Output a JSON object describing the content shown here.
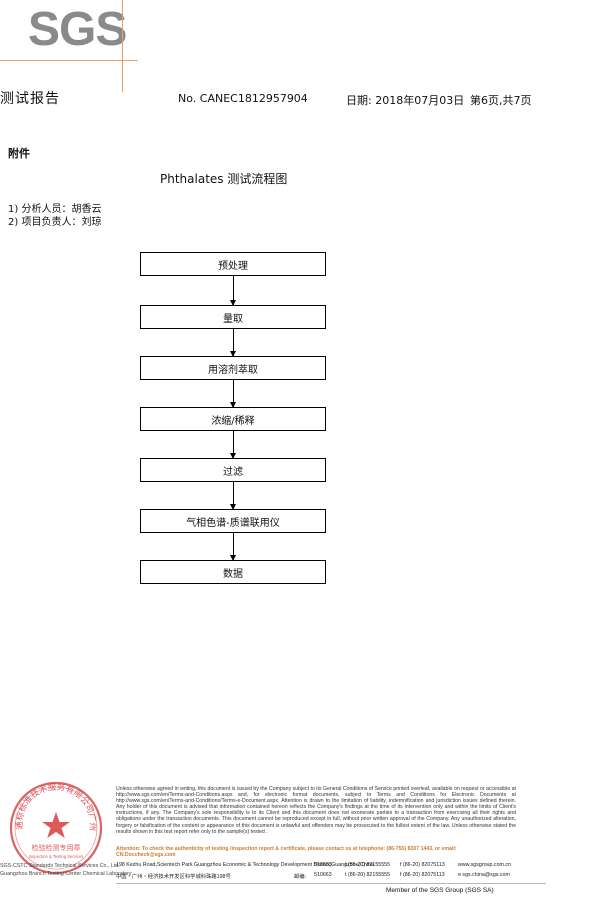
{
  "header": {
    "logo": "SGS",
    "title": "测试报告",
    "report_no": "No. CANEC1812957904",
    "date": "日期: 2018年07月03日",
    "page": "第6页,共7页"
  },
  "appendix_label": "附件",
  "flow_title": "Phthalates 测试流程图",
  "personnel": [
    "1)  分析人员：胡香云",
    "2)  项目负责人：刘琼"
  ],
  "flow_steps": [
    "预处理",
    "量取",
    "用溶剂萃取",
    "浓缩/稀释",
    "过滤",
    "气相色谱-质谱联用仪",
    "数据"
  ],
  "footer": {
    "stamp_text": "通标标准技术服务有限公司广州分公司",
    "stamp_cn_label": "检验检测专用章",
    "stamp_en_label": "Inspection & Testing Services",
    "terms": "Unless otherwise agreed in writing, this document is issued by the Company subject to its General Conditions of Service printed overleaf, available on request or accessible at http://www.sgs.com/en/Terms-and-Conditions.aspx and, for electronic format documents, subject to Terms and Conditions for Electronic Documents at http://www.sgs.com/en/Terms-and-Conditions/Terms-e-Document.aspx. Attention is drawn to the limitation of liability, indemnification and jurisdiction issues defined therein. Any holder of this document is advised that information contained hereon reflects the Company's findings at the time of its intervention only and within the limits of Client's instructions, if any. The Company's sole responsibility is to its Client and this document does not exonerate parties to a transaction from exercising all their rights and obligations under the transaction documents. This document cannot be reproduced except in full, without prior written approval of the Company. Any unauthorized alteration, forgery or falsification of the content or appearance of this document is unlawful and offenders may be prosecuted to the fullest extent of the law. Unless otherwise stated the results shown in this test report refer only to the sample(s) tested .",
    "attention": "Attention: To check the authenticity of testing /inspection report & certificate, please contact us at telephone: (86-755) 8307 1443, or email: CN.Doccheck@sgs.com",
    "sgs_cstc": "SGS-CSTC Standards Technical Services Co., Ltd.",
    "branch": "Guangzhou Branch Testing Center Chemical Laboratory",
    "addr_en": "198 Kezhu Road,Scientech Park Guangzhou Economic & Technology Development District,Guangzhou,China",
    "addr_cn": "中国・广州・经济技术开发区科学城科珠路198号",
    "postcode_en": "510663",
    "postcode_cn_label": "邮编:",
    "postcode_cn": "510663",
    "tel": "t (86-20) 82155555",
    "fax": "f (86-20) 82075113",
    "web": "www.sgsgroup.com.cn",
    "email": "e sgs.china@sgs.com",
    "member": "Member of the SGS Group (SGS SA)"
  }
}
